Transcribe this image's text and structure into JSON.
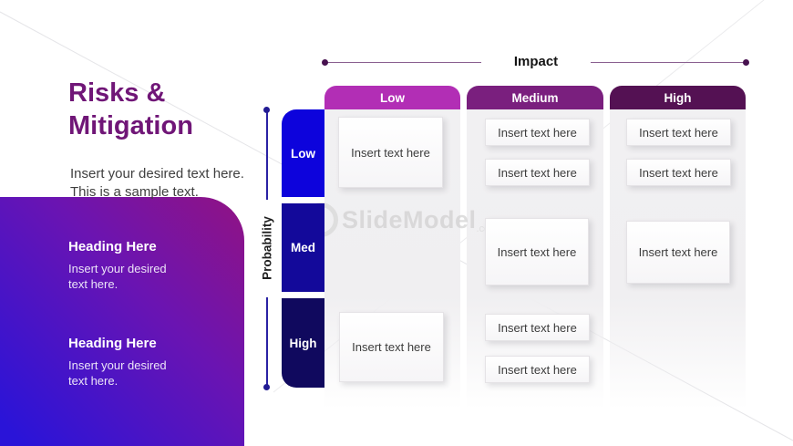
{
  "header": {
    "title": "Risks & Mitigation",
    "intro": "Insert your desired text here. This is a sample text."
  },
  "side_card": {
    "sections": [
      {
        "heading": "Heading Here",
        "body": "Insert your desired text here."
      },
      {
        "heading": "Heading Here",
        "body": "Insert your desired text here."
      }
    ]
  },
  "matrix": {
    "impact_axis": {
      "label": "Impact"
    },
    "probability_axis": {
      "label": "Probability"
    },
    "columns": [
      {
        "id": "low",
        "label": "Low",
        "color": "#b22eb5"
      },
      {
        "id": "medium",
        "label": "Medium",
        "color": "#7a1f7e"
      },
      {
        "id": "high",
        "label": "High",
        "color": "#541153"
      }
    ],
    "rows": [
      {
        "id": "low",
        "label": "Low",
        "color": "#0d03dc"
      },
      {
        "id": "med",
        "label": "Med",
        "color": "#13099a"
      },
      {
        "id": "high",
        "label": "High",
        "color": "#10095e"
      }
    ],
    "cells": {
      "low_low": [
        "Insert text here"
      ],
      "low_medium": [
        "Insert text here",
        "Insert text here"
      ],
      "low_high": [
        "Insert text here",
        "Insert text here"
      ],
      "med_medium": [
        "Insert text here"
      ],
      "med_high": [
        "Insert text here"
      ],
      "high_low": [
        "Insert text here"
      ],
      "high_medium": [
        "Insert text here",
        "Insert text here"
      ]
    }
  },
  "watermark": {
    "brand": "SlideModel",
    "tld": ".com"
  },
  "colors": {
    "title": "#701677",
    "card_gradient_start": "#2a14d8",
    "card_gradient_end": "#8c1389",
    "impact_dot": "#47114f",
    "probability_line": "#2a22a4",
    "column_bg": "#f1f0f2"
  }
}
